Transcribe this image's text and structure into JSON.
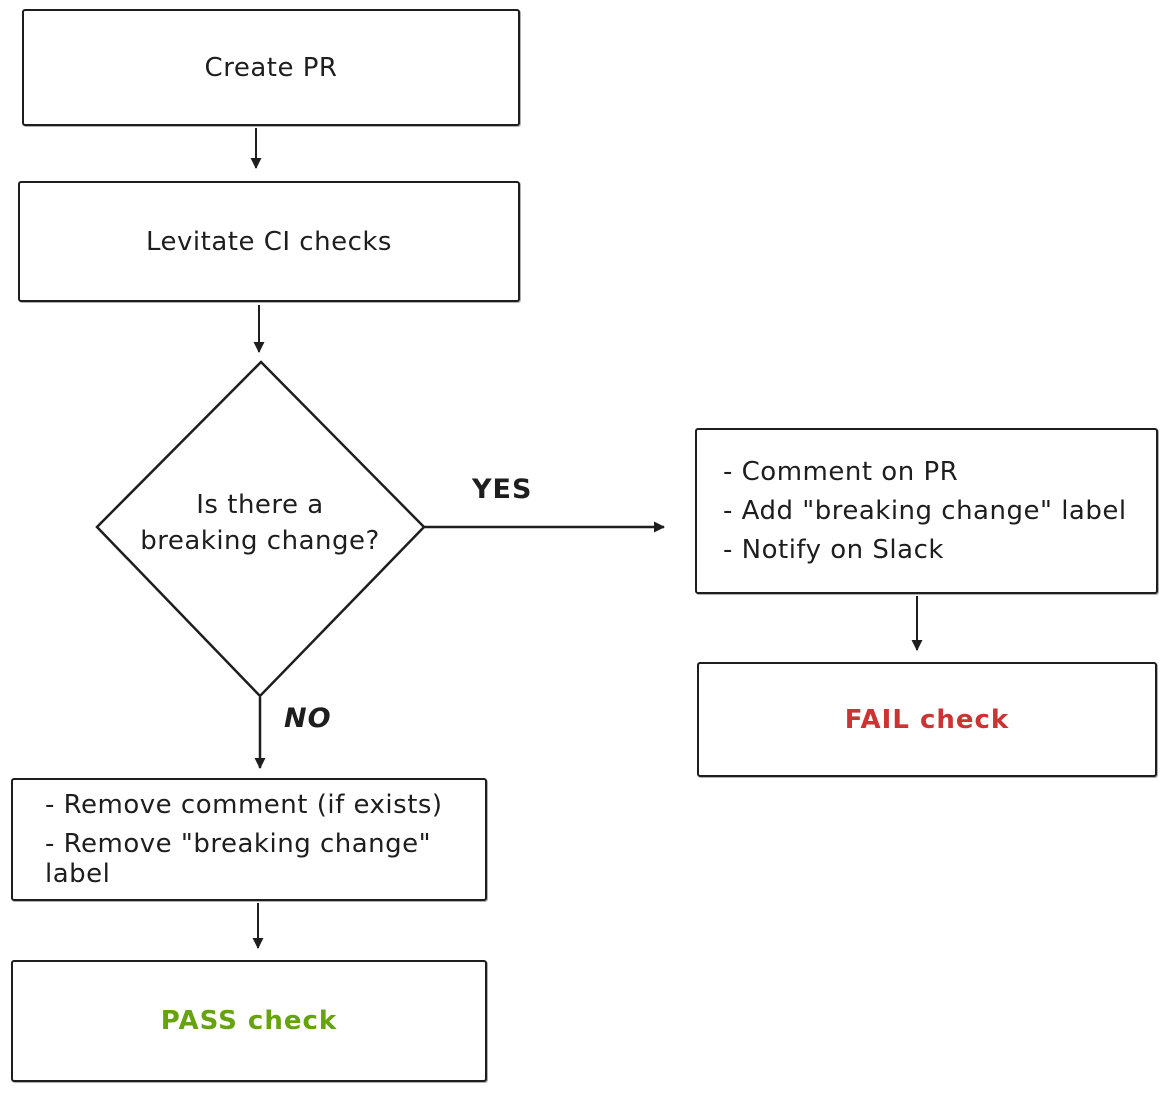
{
  "diagram": {
    "background": "#ffffff",
    "stroke_color": "#1e1e1e",
    "nodes": {
      "create_pr": {
        "label": "Create PR"
      },
      "levitate_ci": {
        "label": "Levitate CI checks"
      },
      "decision": {
        "line1": "Is there a",
        "line2": "breaking change?"
      },
      "yes_actions": {
        "items": [
          "- Comment on PR",
          "- Add \"breaking change\" label",
          "- Notify on Slack"
        ]
      },
      "fail_check": {
        "label": "FAIL check",
        "color": "#cc3333"
      },
      "no_actions": {
        "items": [
          "- Remove comment (if exists)",
          "- Remove \"breaking change\" label"
        ]
      },
      "pass_check": {
        "label": "PASS check",
        "color": "#66a30d"
      }
    },
    "edge_labels": {
      "yes": "YES",
      "no": "NO"
    }
  }
}
